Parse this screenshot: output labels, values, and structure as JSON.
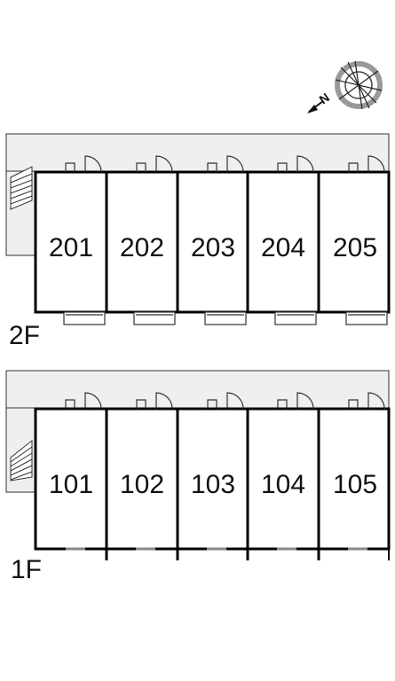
{
  "colors": {
    "corridor_fill": "#efefef",
    "wall": "#000000",
    "line": "#333333",
    "window": "#888888"
  },
  "compass": {
    "icon": "compass-north-arrow-icon",
    "letter": "N"
  },
  "floors": [
    {
      "label": "2F",
      "units": [
        "201",
        "202",
        "203",
        "204",
        "205"
      ]
    },
    {
      "label": "1F",
      "units": [
        "101",
        "102",
        "103",
        "104",
        "105"
      ]
    }
  ]
}
